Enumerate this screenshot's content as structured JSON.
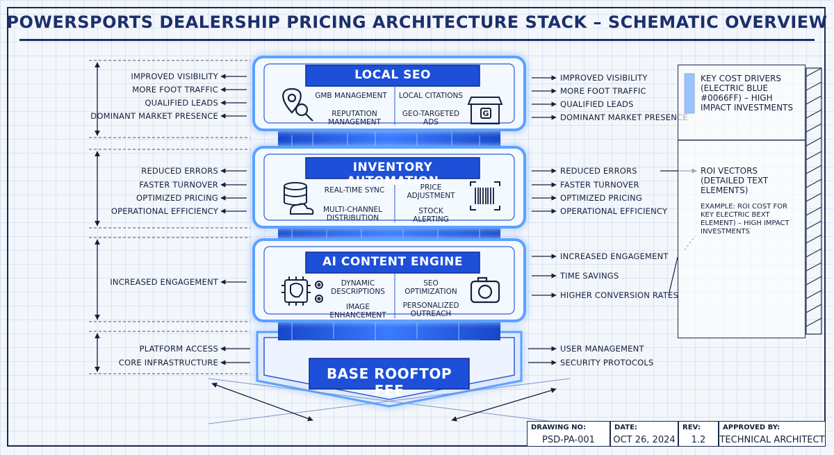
{
  "title": "POWERSPORTS DEALERSHIP PRICING ARCHITECTURE STACK – SCHEMATIC OVERVIEW",
  "tiers": [
    {
      "name": "LOCAL SEO",
      "features": [
        "GMB MANAGEMENT",
        "LOCAL CITATIONS",
        "REPUTATION\nMANAGEMENT",
        "GEO-TARGETED\nADS"
      ],
      "left_labels": [
        "IMPROVED VISIBILITY",
        "MORE FOOT TRAFFIC",
        "QUALIFIED LEADS",
        "DOMINANT MARKET PRESENCE"
      ],
      "right_labels": [
        "IMPROVED VISIBILITY",
        "MORE FOOT TRAFFIC",
        "QUALIFIED LEADS",
        "DOMINANT MARKET PRESENCE"
      ]
    },
    {
      "name": "INVENTORY AUTOMATION",
      "features": [
        "REAL-TIME SYNC",
        "PRICE\nADJUSTMENT",
        "MULTI-CHANNEL\nDISTRIBUTION",
        "STOCK\nALERTING"
      ],
      "left_labels": [
        "REDUCED ERRORS",
        "FASTER TURNOVER",
        "OPTIMIZED PRICING",
        "OPERATIONAL EFFICIENCY"
      ],
      "right_labels": [
        "REDUCED ERRORS",
        "FASTER TURNOVER",
        "OPTIMIZED PRICING",
        "OPERATIONAL EFFICIENCY"
      ]
    },
    {
      "name": "AI CONTENT ENGINE",
      "features": [
        "DYNAMIC\nDESCRIPTIONS",
        "SEO\nOPTIMIZATION",
        "IMAGE\nENHANCEMENT",
        "PERSONALIZED\nOUTREACH"
      ],
      "left_labels": [
        "INCREASED ENGAGEMENT"
      ],
      "right_labels": [
        "INCREASED ENGAGEMENT",
        "TIME SAVINGS",
        "HIGHER CONVERSION RATES"
      ]
    },
    {
      "name": "BASE ROOFTOP FEE",
      "features": [],
      "left_labels": [
        "PLATFORM ACCESS",
        "CORE INFRASTRUCTURE"
      ],
      "right_labels": [
        "USER MANAGEMENT",
        "SECURITY PROTOCOLS"
      ]
    }
  ],
  "legend": {
    "key": "KEY COST DRIVERS\n(ELECTRIC BLUE\n#0066FF) – HIGH\nIMPACT INVESTMENTS",
    "roi_title": "ROI VECTORS\n(DETAILED TEXT\nELEMENTS)",
    "roi_example": "EXAMPLE: ROI COST FOR\nKEY ELECTRIC BEXT\nELEMENT) – HIGH IMPACT\nINVESTMENTS"
  },
  "title_block": [
    {
      "label": "DRAWING NO:",
      "value": "PSD-PA-001"
    },
    {
      "label": "DATE:",
      "value": "OCT 26, 2024"
    },
    {
      "label": "REV:",
      "value": "1.2"
    },
    {
      "label": "APPROVED BY:",
      "value": "TECHNICAL ARCHITECT"
    }
  ],
  "colors": {
    "accent": "#0066FF",
    "navy": "#1b2f6b",
    "glow": "#5aa2ff"
  },
  "icons": [
    "map-pin-search-icon",
    "storefront-icon",
    "database-cloud-icon",
    "barcode-icon",
    "ai-chip-icon",
    "gear-icon",
    "camera-icon"
  ]
}
